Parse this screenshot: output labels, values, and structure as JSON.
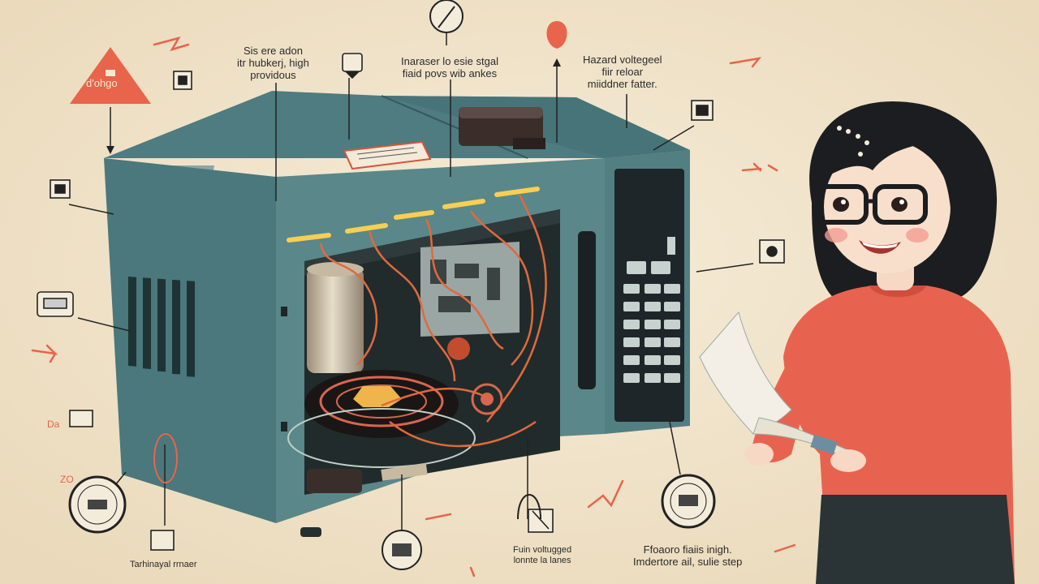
{
  "warning_sign": {
    "text": "d'ohgo"
  },
  "callouts": {
    "top_left": [
      "Sis ere adon",
      "itr hubkerj, high",
      "providous"
    ],
    "top_center": [
      "Inaraser lo esie stgal",
      "fiaid povs wib ankes"
    ],
    "top_right": [
      "Hazard voltegeel",
      "fiir reloar",
      "miiddner fatter."
    ],
    "bottom_center": [
      "Fuin voltugged",
      "lonnte la lanes"
    ],
    "bottom_right": [
      "Ffoaoro fiaiis inigh.",
      "Imdertore ail, sulie step"
    ],
    "bottom_left": [
      "Tarhinayal rrnaer"
    ]
  },
  "margin_marks": {
    "left_mid": "Da",
    "left_low": "ZO"
  },
  "colors": {
    "body": "#4d7b80",
    "accent": "#e8644a",
    "shirt": "#e8634f",
    "hair": "#1c1d20"
  },
  "icons": [
    "warning-triangle-icon",
    "gauge-icon",
    "capacitor-icon",
    "flame-icon",
    "fuse-icon",
    "component-icon",
    "person-icon"
  ]
}
